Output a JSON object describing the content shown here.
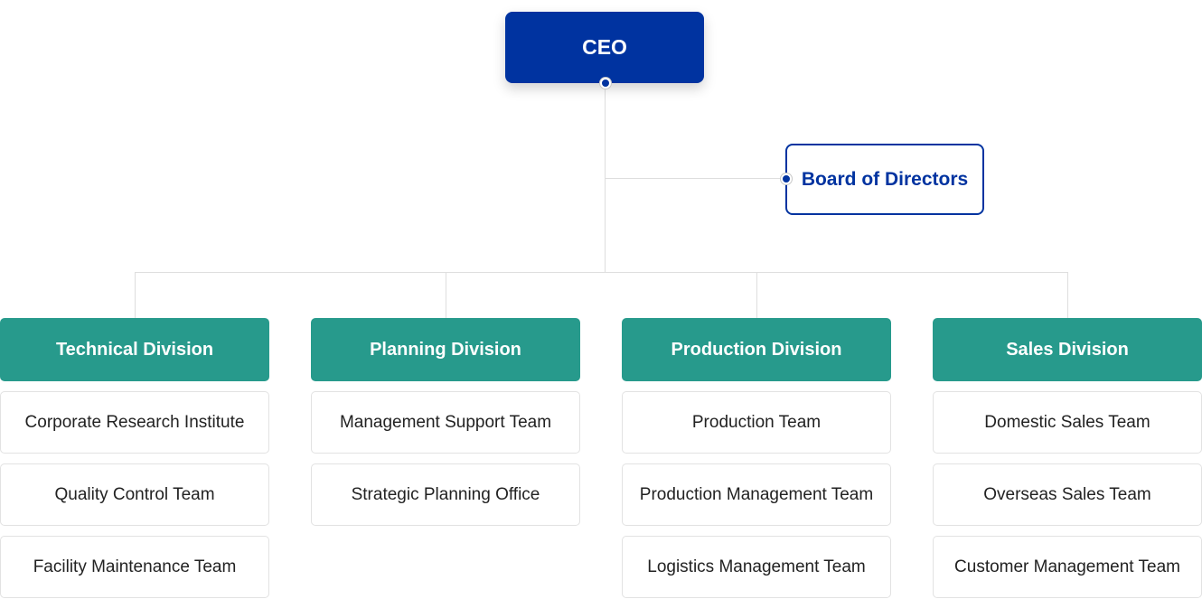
{
  "ceo": {
    "label": "CEO"
  },
  "board": {
    "label": "Board of Directors"
  },
  "colors": {
    "ceo": "#0033a0",
    "division": "#279a8c",
    "connector": "#dedede"
  },
  "divisions": [
    {
      "label": "Technical Division",
      "teams": [
        "Corporate Research Institute",
        "Quality Control Team",
        "Facility Maintenance Team"
      ]
    },
    {
      "label": "Planning Division",
      "teams": [
        "Management Support Team",
        "Strategic Planning Office"
      ]
    },
    {
      "label": "Production Division",
      "teams": [
        "Production Team",
        "Production Management Team",
        "Logistics Management Team"
      ]
    },
    {
      "label": "Sales Division",
      "teams": [
        "Domestic Sales Team",
        "Overseas Sales Team",
        "Customer Management Team"
      ]
    }
  ]
}
